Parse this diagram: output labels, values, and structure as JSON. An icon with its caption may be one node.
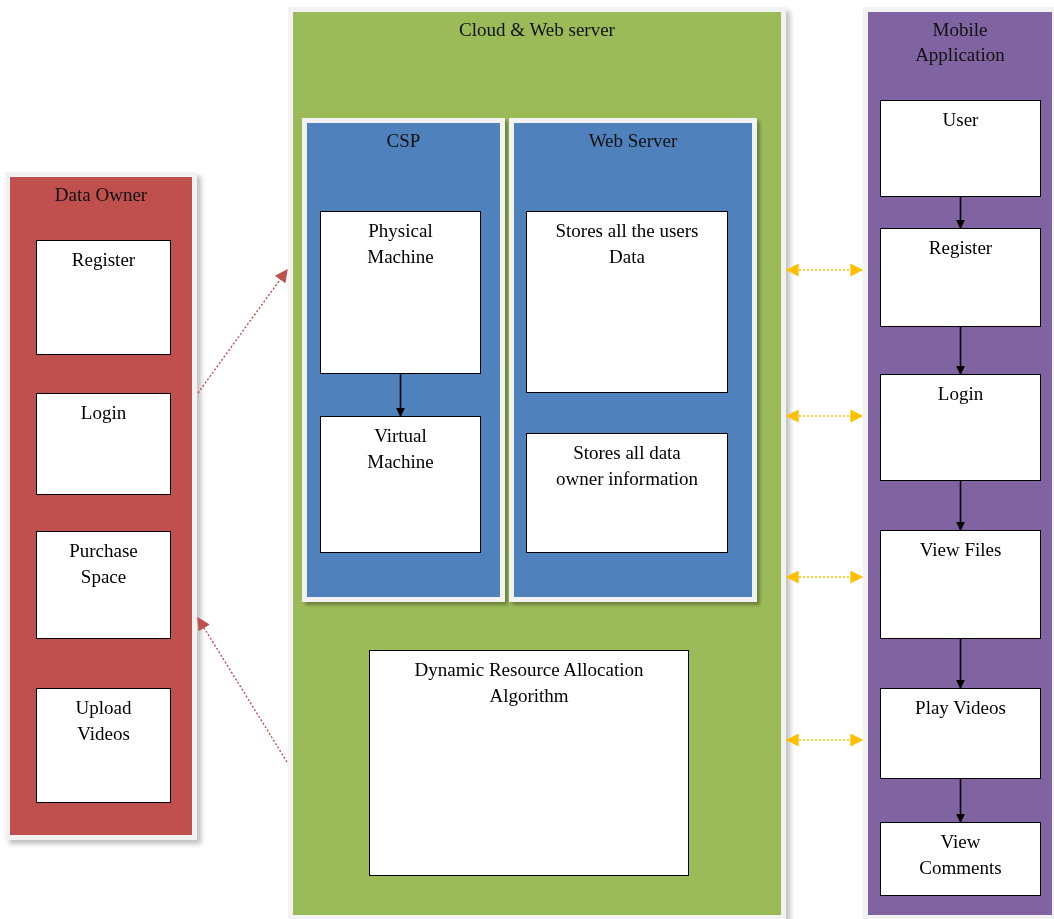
{
  "diagram": {
    "nodes": [
      {
        "text": [
          "Data Owner"
        ]
      },
      {
        "text": [
          "Register"
        ],
        "in": 0
      },
      {
        "text": [
          "Login"
        ],
        "in": 0
      },
      {
        "text": [
          "Purchase Space"
        ],
        "in": 0
      },
      {
        "text": [
          "Upload Videos"
        ],
        "in": 0
      },
      {
        "text": [
          "Cloud & Web server"
        ]
      },
      {
        "text": [
          "CSP"
        ],
        "in": 5
      },
      {
        "text": [
          "Physical Machine"
        ],
        "in": 6
      },
      {
        "text": [
          "Virtual Machine"
        ],
        "in": 6
      },
      {
        "text": [
          "Web Server"
        ],
        "in": 5
      },
      {
        "text": [
          "Stores all the users Data"
        ],
        "in": 9
      },
      {
        "text": [
          "Stores all data owner information"
        ],
        "in": 9
      },
      {
        "text": [
          "Dynamic Resource Allocation Algorithm"
        ],
        "in": 5
      },
      {
        "text": [
          "Mobile Application"
        ]
      },
      {
        "text": [
          "User"
        ],
        "in": 13
      },
      {
        "text": [
          "Register"
        ],
        "in": 13
      },
      {
        "text": [
          "Login"
        ],
        "in": 13
      },
      {
        "text": [
          "View Files"
        ],
        "in": 13
      },
      {
        "text": [
          "Play Videos"
        ],
        "in": 13
      },
      {
        "text": [
          "View Comments"
        ],
        "in": 13
      }
    ],
    "edges": [
      {
        "from": 0,
        "to": 5,
        "arrow": "to",
        "style": "dashed",
        "color": "#c0504d"
      },
      {
        "from": 5,
        "to": 0,
        "arrow": "to",
        "style": "dashed",
        "color": "#c0504d"
      },
      {
        "from": 7,
        "to": 8,
        "arrow": "to"
      },
      {
        "from": 5,
        "to": 13,
        "arrow": "both",
        "style": "dashed",
        "color": "#ffc000"
      },
      {
        "from": 5,
        "to": 13,
        "arrow": "both",
        "style": "dashed",
        "color": "#ffc000"
      },
      {
        "from": 5,
        "to": 13,
        "arrow": "both",
        "style": "dashed",
        "color": "#ffc000"
      },
      {
        "from": 5,
        "to": 13,
        "arrow": "both",
        "style": "dashed",
        "color": "#ffc000"
      },
      {
        "from": 14,
        "to": 15,
        "arrow": "to"
      },
      {
        "from": 15,
        "to": 16,
        "arrow": "to"
      },
      {
        "from": 16,
        "to": 17,
        "arrow": "to"
      },
      {
        "from": 17,
        "to": 18,
        "arrow": "to"
      },
      {
        "from": 18,
        "to": 19,
        "arrow": "to"
      }
    ]
  }
}
